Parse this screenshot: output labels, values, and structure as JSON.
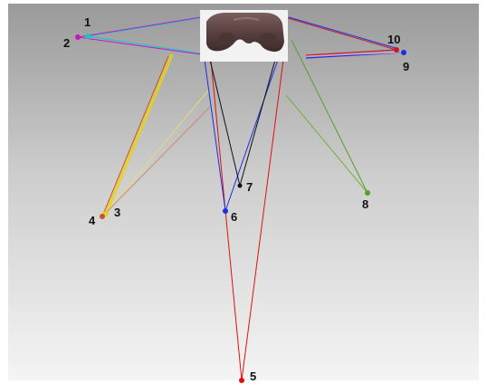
{
  "diagram": {
    "background": {
      "top_color": "#9a9a9a",
      "bottom_color": "#f4f4f4"
    },
    "object": {
      "description_icon": "tooth-block-icon",
      "body_color": "#5a4040",
      "highlight_color": "#7a5f5d",
      "frame_color": "#f2f2f2"
    },
    "points": [
      {
        "id": "1",
        "label": "1",
        "color": "#17c6c6"
      },
      {
        "id": "2",
        "label": "2",
        "color": "#c01ac8"
      },
      {
        "id": "3",
        "label": "3",
        "color": "#e8d21a"
      },
      {
        "id": "4",
        "label": "4",
        "color": "#c8542a"
      },
      {
        "id": "5",
        "label": "5",
        "color": "#e01010"
      },
      {
        "id": "6",
        "label": "6",
        "color": "#1a2fe0"
      },
      {
        "id": "7",
        "label": "7",
        "color": "#111111"
      },
      {
        "id": "8",
        "label": "8",
        "color": "#55a02a"
      },
      {
        "id": "9",
        "label": "9",
        "color": "#1a2fe0"
      },
      {
        "id": "10",
        "label": "10",
        "color": "#c81a2a"
      }
    ]
  }
}
